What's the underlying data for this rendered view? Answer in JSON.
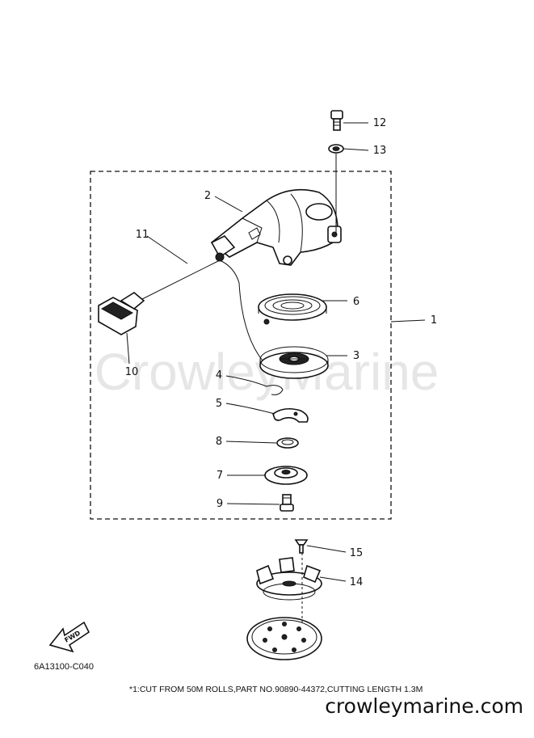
{
  "watermark": "CrowleyMarine",
  "diagram_code": "6A13100-C040",
  "fwd_label": "FWD",
  "footnote": "*1:CUT FROM 50M ROLLS,PART NO.90890-44372,CUTTING LENGTH 1.3M",
  "site": "crowleymarine.com",
  "callouts": {
    "c1": "1",
    "c2": "2",
    "c3": "3",
    "c4": "4",
    "c5": "5",
    "c6": "6",
    "c7": "7",
    "c8": "8",
    "c9": "9",
    "c10": "10",
    "c11": "11",
    "c12": "12",
    "c13": "13",
    "c14": "14",
    "c15": "15"
  }
}
